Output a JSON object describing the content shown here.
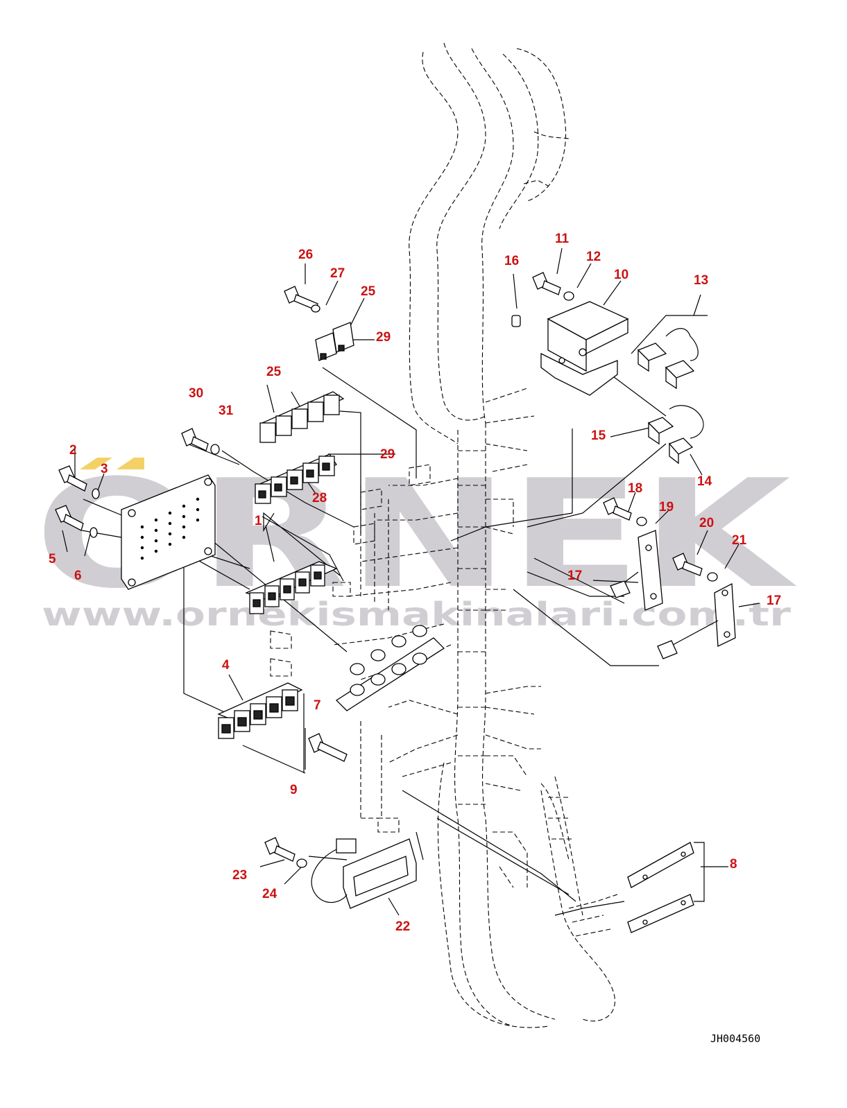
{
  "watermark": {
    "brand": "ORNEK",
    "url": "www.ornekismakinalari.com.tr",
    "brand_color": "#c9c6cc",
    "accent_color": "#f2c94c"
  },
  "drawing_code": "JH004560",
  "callouts": [
    {
      "id": "c26",
      "label": "26"
    },
    {
      "id": "c27",
      "label": "27"
    },
    {
      "id": "c25a",
      "label": "25"
    },
    {
      "id": "c29a",
      "label": "29"
    },
    {
      "id": "c25b",
      "label": "25"
    },
    {
      "id": "c29b",
      "label": "29"
    },
    {
      "id": "c28",
      "label": "28"
    },
    {
      "id": "c30",
      "label": "30"
    },
    {
      "id": "c31",
      "label": "31"
    },
    {
      "id": "c2",
      "label": "2"
    },
    {
      "id": "c3",
      "label": "3"
    },
    {
      "id": "c5",
      "label": "5"
    },
    {
      "id": "c6",
      "label": "6"
    },
    {
      "id": "c1",
      "label": "1"
    },
    {
      "id": "c4",
      "label": "4"
    },
    {
      "id": "c7",
      "label": "7"
    },
    {
      "id": "c9",
      "label": "9"
    },
    {
      "id": "c11",
      "label": "11"
    },
    {
      "id": "c12",
      "label": "12"
    },
    {
      "id": "c10",
      "label": "10"
    },
    {
      "id": "c16",
      "label": "16"
    },
    {
      "id": "c13",
      "label": "13"
    },
    {
      "id": "c15",
      "label": "15"
    },
    {
      "id": "c14",
      "label": "14"
    },
    {
      "id": "c18",
      "label": "18"
    },
    {
      "id": "c19",
      "label": "19"
    },
    {
      "id": "c17a",
      "label": "17"
    },
    {
      "id": "c20",
      "label": "20"
    },
    {
      "id": "c21",
      "label": "21"
    },
    {
      "id": "c17b",
      "label": "17"
    },
    {
      "id": "c8",
      "label": "8"
    },
    {
      "id": "c23",
      "label": "23"
    },
    {
      "id": "c24",
      "label": "24"
    },
    {
      "id": "c22",
      "label": "22"
    }
  ]
}
